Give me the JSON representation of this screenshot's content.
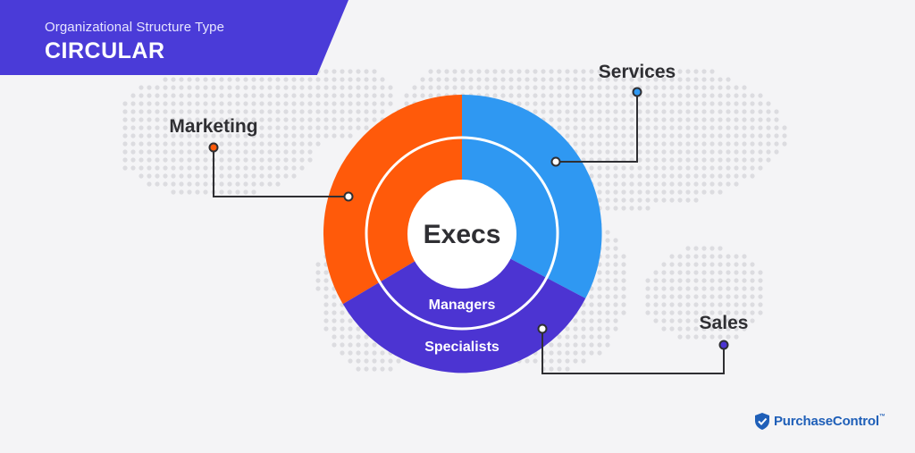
{
  "header": {
    "subtitle": "Organizational Structure Type",
    "title": "CIRCULAR"
  },
  "diagram": {
    "center": "Execs",
    "inner_ring": "Managers",
    "outer_ring": "Specialists",
    "callouts": {
      "marketing": "Marketing",
      "services": "Services",
      "sales": "Sales"
    }
  },
  "brand": {
    "name": "PurchaseControl",
    "trademark": "™",
    "icon": "shield-check-icon"
  },
  "colors": {
    "banner": "#4a3bd8",
    "marketing": "#ff5a0a",
    "services": "#2f98f2",
    "sales": "#4c34d2",
    "center": "#ffffff",
    "map_dots": "#dcdce0",
    "brand": "#1f5fb8"
  }
}
